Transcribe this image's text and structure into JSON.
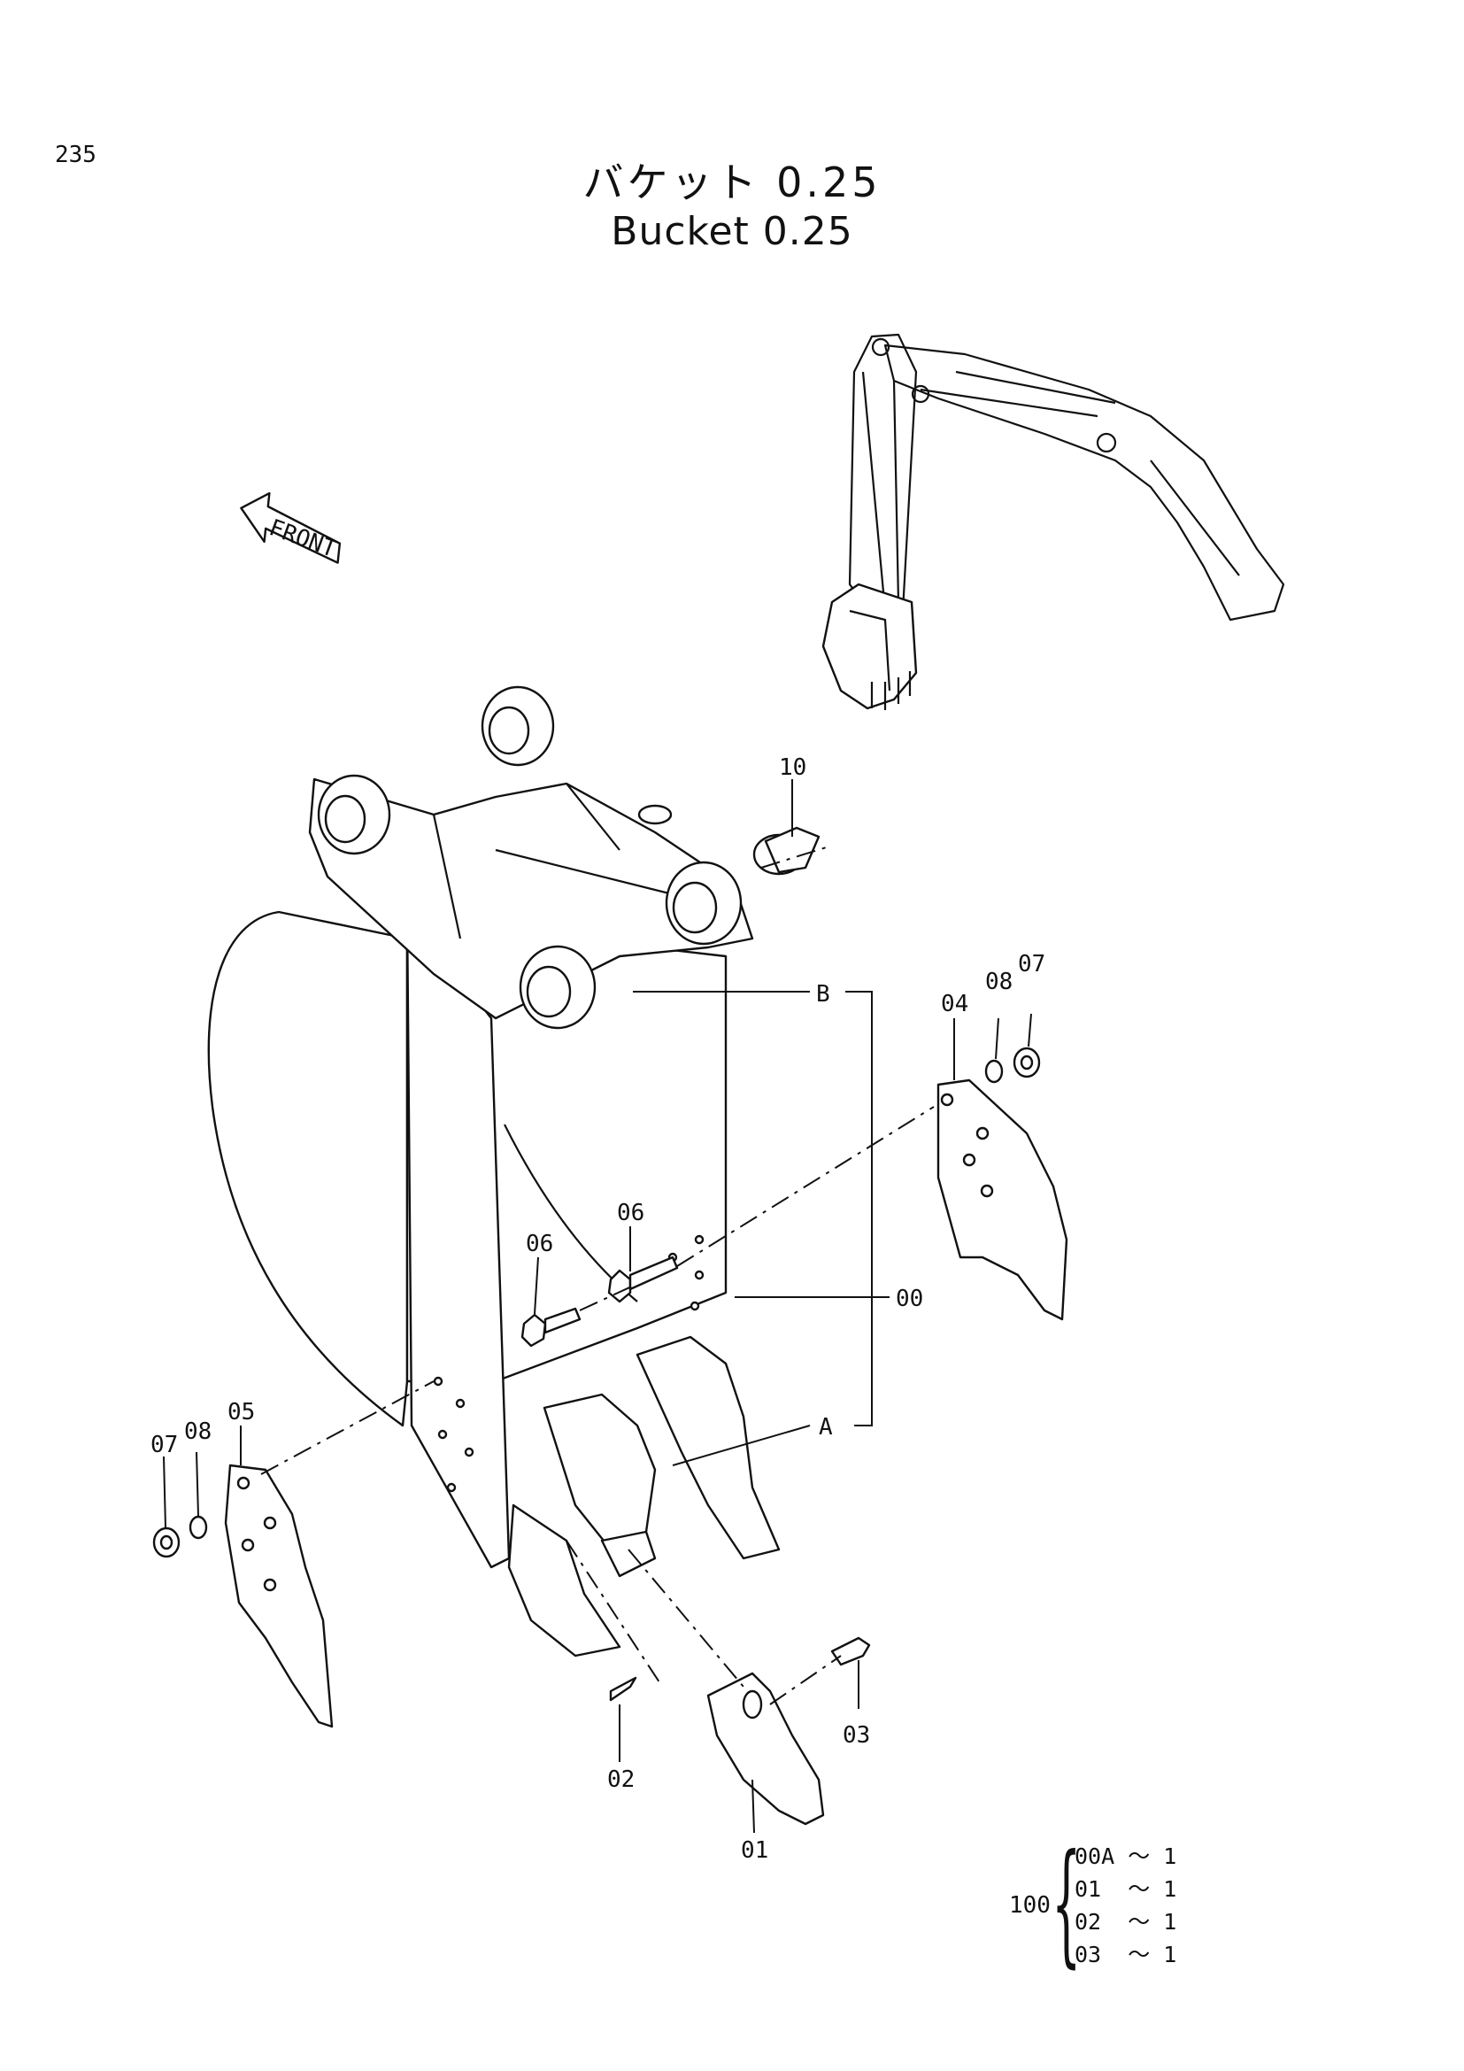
{
  "page": {
    "number": "235"
  },
  "title": {
    "jp": "バケット 0.25",
    "en": "Bucket 0.25"
  },
  "front_label": "FRONT",
  "callouts": {
    "c10": "10",
    "c07_right": "07",
    "c08_right": "08",
    "c04": "04",
    "cB": "B",
    "c06_upper": "06",
    "c06_lower": "06",
    "c00": "00",
    "cA": "A",
    "c07_left": "07",
    "c08_left": "08",
    "c05": "05",
    "c03": "03",
    "c02": "02",
    "c01": "01"
  },
  "kit": {
    "quantity": "100",
    "items": [
      "00A ～ 1",
      "01  ～ 1",
      "02  ～ 1",
      "03  ～ 1"
    ]
  }
}
